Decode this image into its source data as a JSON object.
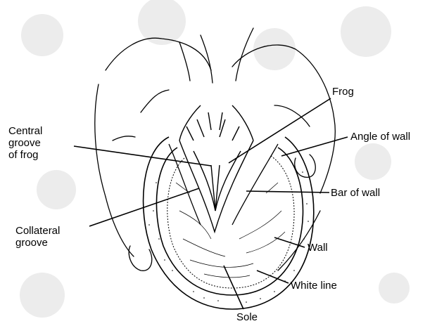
{
  "colors": {
    "ink": "#000000",
    "paper": "#ffffff",
    "watermark": "#ececec"
  },
  "labels": {
    "frog": "Frog",
    "central_groove": [
      "Central",
      "groove",
      "of frog"
    ],
    "angle_of_wall": "Angle of wall",
    "bar_of_wall": "Bar of wall",
    "collateral_groove": [
      "Collateral",
      "groove"
    ],
    "wall": "Wall",
    "white_line": "White line",
    "sole": "Sole"
  }
}
